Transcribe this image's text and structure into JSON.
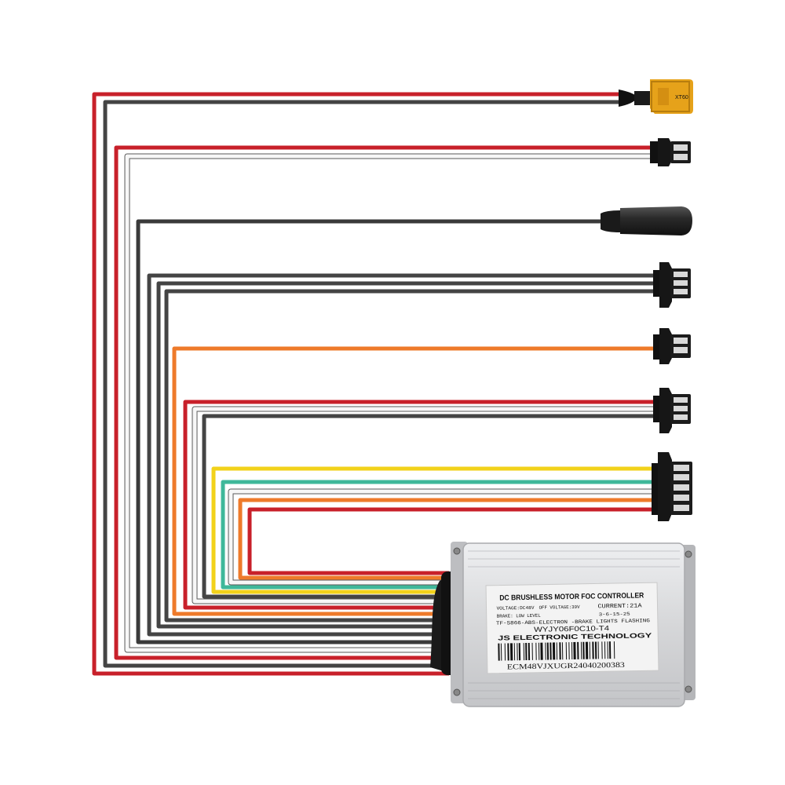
{
  "colors": {
    "red": "#c8202a",
    "dark_gray": "#444444",
    "white": "#f2f2f2",
    "orange": "#ee7a2a",
    "yellow": "#f2d21a",
    "teal": "#3fb89a",
    "connector_yellow": "#e6a21a",
    "housing": "#d9dadc"
  },
  "connectors": [
    {
      "name": "xt60-power-connector",
      "kind": "xt60"
    },
    {
      "name": "2-pin-connector-a",
      "kind": "sm2"
    },
    {
      "name": "round-display-connector",
      "kind": "round"
    },
    {
      "name": "3-pin-connector-a",
      "kind": "sm3"
    },
    {
      "name": "2-pin-connector-b",
      "kind": "sm2"
    },
    {
      "name": "3-pin-connector-b",
      "kind": "sm3"
    },
    {
      "name": "5-pin-motor-hall-connector",
      "kind": "sm5"
    }
  ],
  "label": {
    "title": "DC BRUSHLESS MOTOR FOC CONTROLLER",
    "voltage": "VOLTAGE:DC48V",
    "off_voltage": "OFF VOLTAGE:39V",
    "current": "CURRENT:21A",
    "brake": "BRAKE: LOW LEVEL",
    "date_code": "3-6-15-25",
    "features": "TF-S866-ABS-ELECTRON -BRAKE LIGHTS FLASHING",
    "model": "WYJY06F0C10-T4",
    "manufacturer": "JS ELECTRONIC TECHNOLOGY",
    "serial": "ECM48VJXUGR24040200383"
  }
}
